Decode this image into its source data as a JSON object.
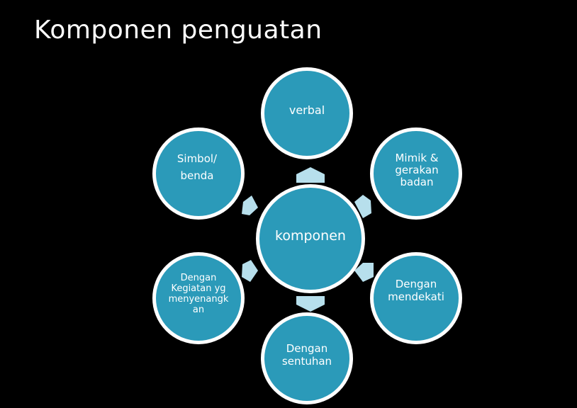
{
  "title": "Komponen penguatan",
  "colors": {
    "node_fill": "#2b9ab9",
    "node_border": "#ffffff",
    "arrow_fill": "#b7dfec",
    "background": "#000000"
  },
  "center": {
    "label": "komponen"
  },
  "nodes": [
    {
      "id": "verbal",
      "label": "verbal"
    },
    {
      "id": "mimik",
      "label": "Mimik &\ngerakan\nbadan"
    },
    {
      "id": "mendekati",
      "label": "Dengan\nmendekati"
    },
    {
      "id": "sentuhan",
      "label": "Dengan\nsentuhan"
    },
    {
      "id": "kegiatan",
      "label": "Dengan\nKegiatan yg\nmenyenangk\nan"
    },
    {
      "id": "simbol",
      "label": "Simbol/\nbenda"
    }
  ]
}
